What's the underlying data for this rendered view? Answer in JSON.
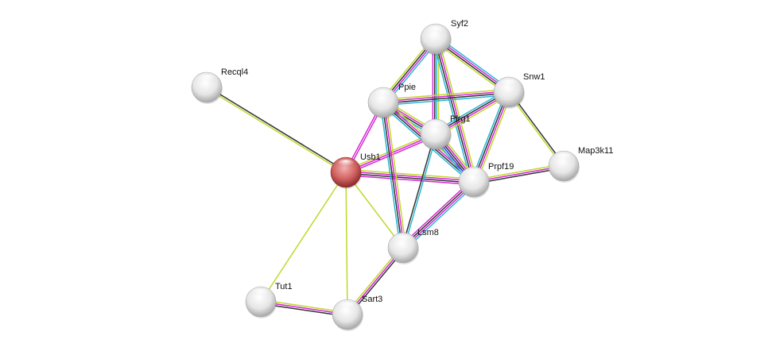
{
  "network": {
    "query_protein": "Usb1",
    "colors": {
      "textmining": "#c0d82b",
      "coexpression": "#333333",
      "experiments": "#d626d6",
      "databases": "#28b6d6",
      "neighborhood": "#3a3ae6",
      "node_default": "#e2e2e2",
      "node_query": "#c23a3a"
    },
    "nodes": [
      {
        "id": "Usb1",
        "label": "Usb1",
        "query": true
      },
      {
        "id": "Recql4",
        "label": "Recql4"
      },
      {
        "id": "Syf2",
        "label": "Syf2"
      },
      {
        "id": "Ppie",
        "label": "Ppie"
      },
      {
        "id": "Snw1",
        "label": "Snw1"
      },
      {
        "id": "Plrg1",
        "label": "Plrg1"
      },
      {
        "id": "Prpf19",
        "label": "Prpf19"
      },
      {
        "id": "Map3k11",
        "label": "Map3k11"
      },
      {
        "id": "Lsm8",
        "label": "Lsm8"
      },
      {
        "id": "Tut1",
        "label": "Tut1"
      },
      {
        "id": "Sart3",
        "label": "Sart3"
      }
    ],
    "edges": [
      {
        "a": "Usb1",
        "b": "Recql4",
        "types": [
          "textmining",
          "coexpression"
        ]
      },
      {
        "a": "Usb1",
        "b": "Ppie",
        "types": [
          "experiments",
          "experiments"
        ]
      },
      {
        "a": "Usb1",
        "b": "Plrg1",
        "types": [
          "textmining",
          "experiments",
          "experiments"
        ]
      },
      {
        "a": "Usb1",
        "b": "Prpf19",
        "types": [
          "textmining",
          "experiments",
          "coexpression",
          "experiments"
        ]
      },
      {
        "a": "Usb1",
        "b": "Lsm8",
        "types": [
          "textmining"
        ]
      },
      {
        "a": "Usb1",
        "b": "Sart3",
        "types": [
          "textmining"
        ]
      },
      {
        "a": "Usb1",
        "b": "Tut1",
        "types": [
          "textmining"
        ]
      },
      {
        "a": "Syf2",
        "b": "Ppie",
        "types": [
          "databases",
          "experiments",
          "coexpression",
          "textmining"
        ]
      },
      {
        "a": "Syf2",
        "b": "Snw1",
        "types": [
          "databases",
          "experiments",
          "coexpression",
          "textmining"
        ]
      },
      {
        "a": "Syf2",
        "b": "Plrg1",
        "types": [
          "textmining",
          "databases",
          "coexpression",
          "experiments"
        ]
      },
      {
        "a": "Syf2",
        "b": "Prpf19",
        "types": [
          "textmining",
          "experiments",
          "coexpression",
          "databases"
        ]
      },
      {
        "a": "Ppie",
        "b": "Snw1",
        "types": [
          "textmining",
          "experiments",
          "coexpression",
          "databases"
        ]
      },
      {
        "a": "Ppie",
        "b": "Plrg1",
        "types": [
          "textmining",
          "experiments",
          "coexpression",
          "databases"
        ]
      },
      {
        "a": "Ppie",
        "b": "Prpf19",
        "types": [
          "textmining",
          "experiments",
          "coexpression",
          "databases"
        ]
      },
      {
        "a": "Ppie",
        "b": "Lsm8",
        "types": [
          "textmining",
          "experiments",
          "coexpression",
          "databases"
        ]
      },
      {
        "a": "Snw1",
        "b": "Plrg1",
        "types": [
          "textmining",
          "experiments",
          "coexpression",
          "databases"
        ]
      },
      {
        "a": "Snw1",
        "b": "Prpf19",
        "types": [
          "textmining",
          "experiments",
          "coexpression",
          "databases"
        ]
      },
      {
        "a": "Snw1",
        "b": "Map3k11",
        "types": [
          "coexpression",
          "textmining"
        ]
      },
      {
        "a": "Plrg1",
        "b": "Prpf19",
        "types": [
          "textmining",
          "experiments",
          "coexpression",
          "neighborhood",
          "databases"
        ]
      },
      {
        "a": "Plrg1",
        "b": "Lsm8",
        "types": [
          "databases",
          "coexpression"
        ]
      },
      {
        "a": "Prpf19",
        "b": "Map3k11",
        "types": [
          "textmining",
          "experiments",
          "coexpression"
        ]
      },
      {
        "a": "Prpf19",
        "b": "Lsm8",
        "types": [
          "databases",
          "experiments",
          "coexpression",
          "experiments"
        ]
      },
      {
        "a": "Lsm8",
        "b": "Sart3",
        "types": [
          "coexpression",
          "experiments",
          "textmining"
        ]
      },
      {
        "a": "Tut1",
        "b": "Sart3",
        "types": [
          "textmining",
          "experiments",
          "coexpression"
        ]
      }
    ]
  }
}
